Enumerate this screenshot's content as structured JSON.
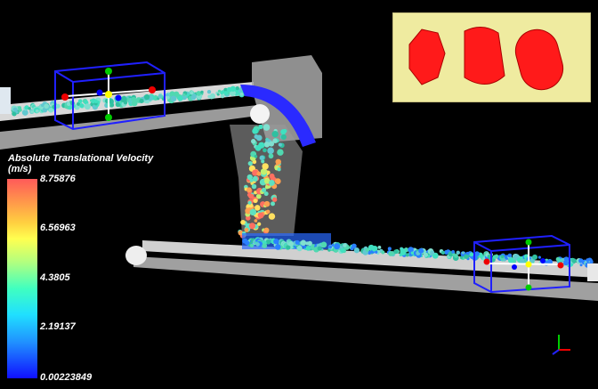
{
  "legend": {
    "title": "Absolute Translational Velocity",
    "unit": "(m/s)",
    "ticks": [
      "8.75876",
      "6.56963",
      "4.3805",
      "2.19137",
      "0.00223849"
    ],
    "max_color": "#ff5a5a",
    "min_color": "#1010ff"
  },
  "colors": {
    "background": "#000000",
    "inset_background": "#efeba0",
    "particle_shape": "#ff1a1a",
    "wireframe": "#2020ff"
  }
}
